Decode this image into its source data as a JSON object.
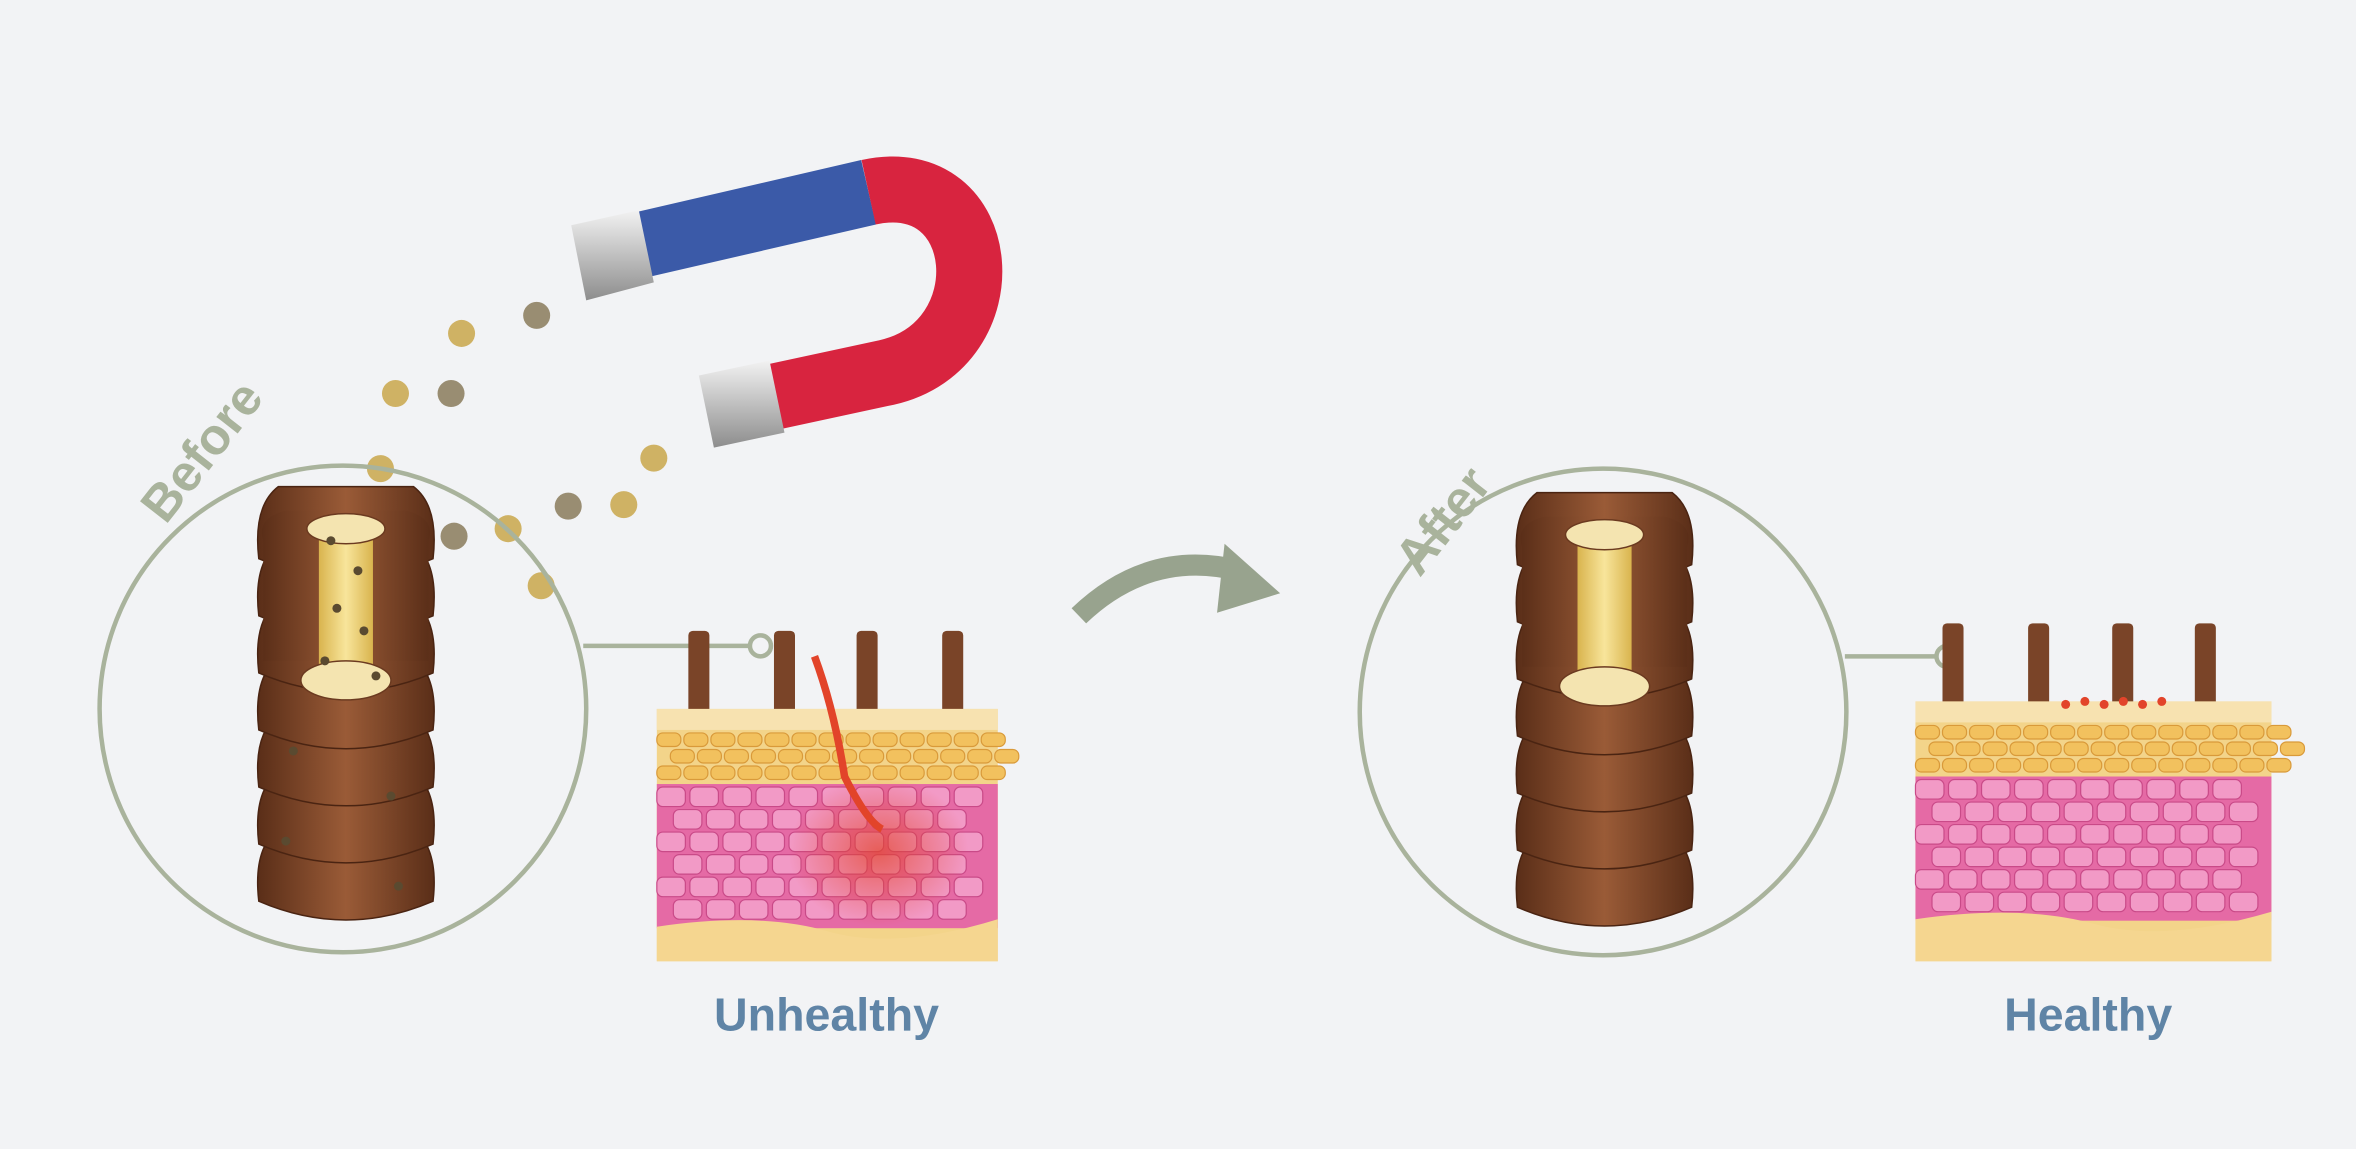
{
  "labels": {
    "before": "Before",
    "after": "After",
    "unhealthy": "Unhealthy",
    "healthy": "Healthy"
  },
  "colors": {
    "background": "#f2f3f5",
    "circle_stroke": "#a9b39c",
    "label_blue": "#5f84a6",
    "magnet_blue": "#3b5aa8",
    "magnet_red": "#d8243f",
    "hair_brown": "#7a4428",
    "skin_pink": "#e98bb8",
    "skin_yellow": "#f3cf7f",
    "inflammation": "#e2442a",
    "arrow": "#98a38e"
  }
}
